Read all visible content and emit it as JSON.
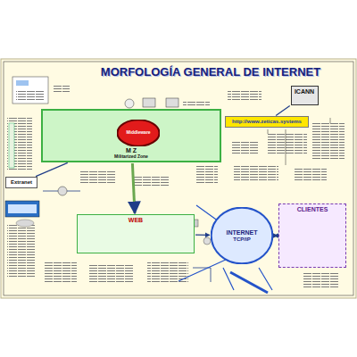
{
  "diagram": {
    "title": "MORFOLOGÍA GENERAL DE INTERNET",
    "nodes": [
      {
        "text": [
          "M Z",
          "Militarized Zone"
        ]
      },
      {
        "text": [
          "Middleware"
        ],
        "in": 0
      },
      {
        "text": [
          "ICANN"
        ]
      },
      {
        "text": [
          "http://www.zeticas.systems"
        ]
      },
      {
        "text": [
          "Extranet"
        ]
      },
      {
        "text": [
          "WEB"
        ]
      },
      {
        "text": [
          "INTERNET",
          "TCP/IP"
        ]
      },
      {
        "text": [
          "CLIENTES"
        ]
      }
    ],
    "edges": [
      {
        "from": 0,
        "to": 5,
        "arrow": "to"
      },
      {
        "from": 5,
        "to": 6,
        "arrow": "to"
      },
      {
        "from": 6,
        "to": 7,
        "arrow": "both"
      },
      {
        "from": 2,
        "to": 3,
        "arrow": "none"
      },
      {
        "from": 4,
        "to": 0,
        "arrow": "none"
      }
    ]
  }
}
